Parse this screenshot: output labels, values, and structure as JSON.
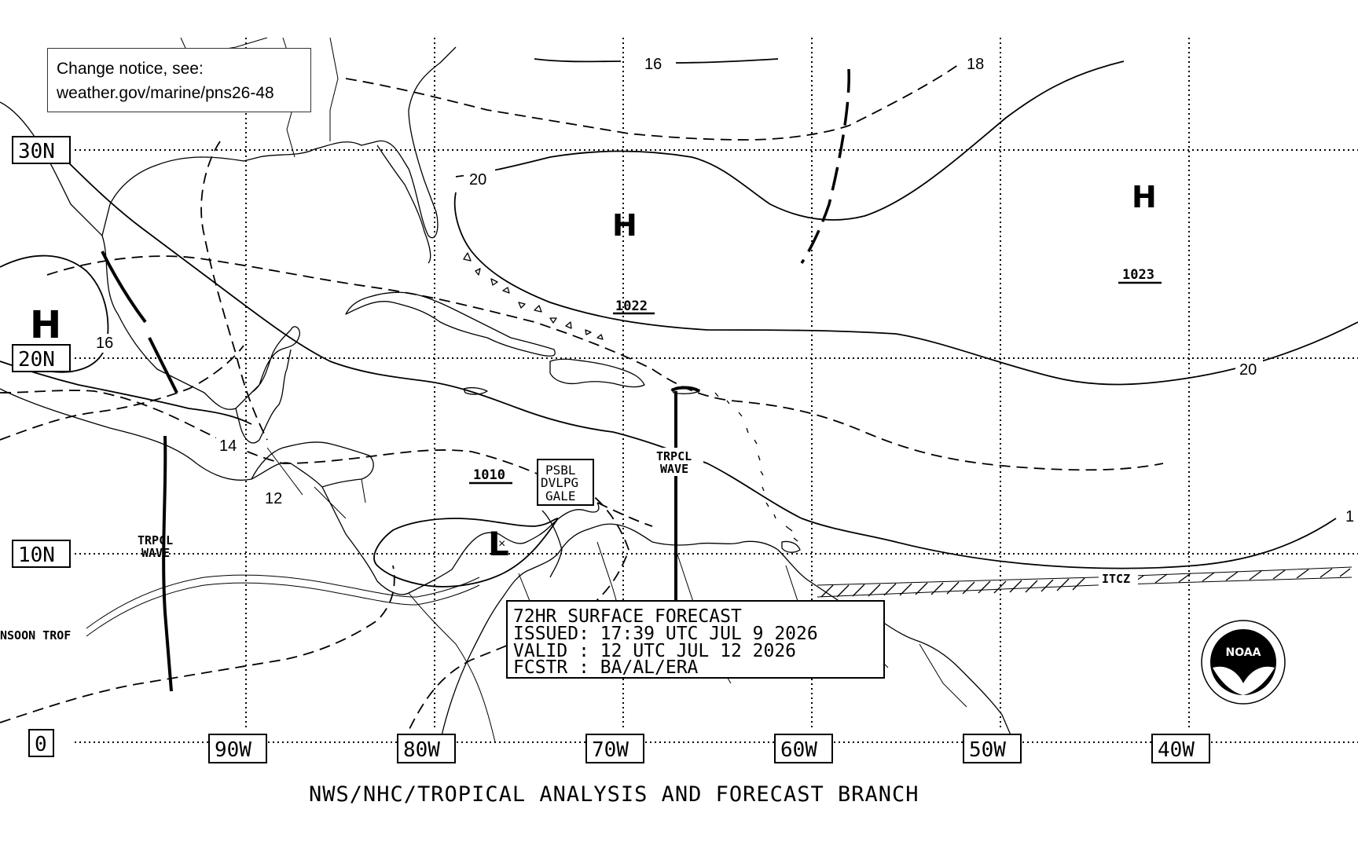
{
  "notice": {
    "line1": "Change notice, see:",
    "line2": "weather.gov/marine/pns26-48"
  },
  "latitude_labels": [
    "30N",
    "20N",
    "10N",
    "0"
  ],
  "longitude_labels": [
    "90W",
    "80W",
    "70W",
    "60W",
    "50W",
    "40W"
  ],
  "pressure_systems": [
    {
      "type": "H",
      "pressure": ""
    },
    {
      "type": "H",
      "pressure": "1022"
    },
    {
      "type": "H",
      "pressure": "1023"
    },
    {
      "type": "L",
      "pressure": "1010"
    }
  ],
  "isobar_labels": [
    "16",
    "18",
    "20",
    "20",
    "16",
    "14",
    "12",
    "1"
  ],
  "features": {
    "gale_box": [
      "PSBL",
      "DVLPG",
      "GALE"
    ],
    "trpcl_wave_label_1": [
      "TRPCL",
      "WAVE"
    ],
    "trpcl_wave_label_2": [
      "TRPCL",
      "WAVE"
    ],
    "itcz": "ITCZ",
    "monsoon_trof": "NSOON TROF"
  },
  "forecast_box": {
    "line1": "72HR SURFACE FORECAST",
    "line2": "ISSUED: 17:39 UTC JUL 9 2026",
    "line3": "VALID : 12 UTC JUL 12 2026",
    "line4": "FCSTR : BA/AL/ERA"
  },
  "footer": "NWS/NHC/TROPICAL ANALYSIS AND FORECAST BRANCH",
  "logo": {
    "name": "noaa-logo",
    "text": "NOAA"
  }
}
